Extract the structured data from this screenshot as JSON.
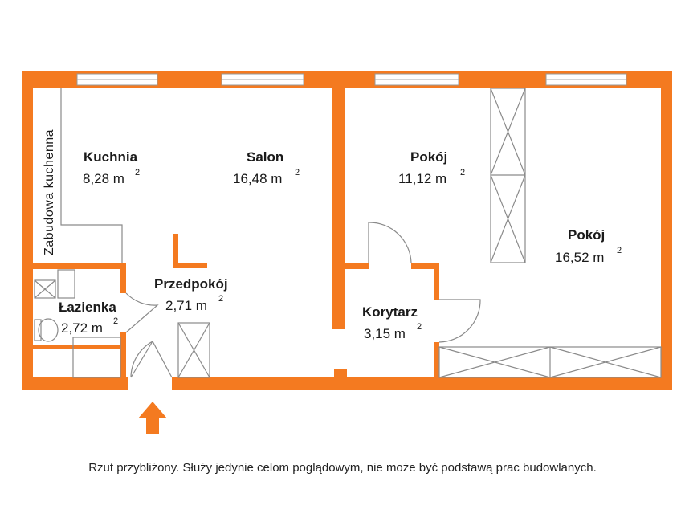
{
  "colors": {
    "wall": "#f47a20",
    "line": "#8a8a8a",
    "window": "#ffffff",
    "text": "#1a1a1a"
  },
  "rooms": {
    "kuchnia": {
      "name": "Kuchnia",
      "area": "8,28 m",
      "sup": "2"
    },
    "salon": {
      "name": "Salon",
      "area": "16,48 m",
      "sup": "2"
    },
    "pokoj1": {
      "name": "Pokój",
      "area": "11,12 m",
      "sup": "2"
    },
    "pokoj2": {
      "name": "Pokój",
      "area": "16,52 m",
      "sup": "2"
    },
    "przedpokoj": {
      "name": "Przedpokój",
      "area": "2,71 m",
      "sup": "2"
    },
    "lazienka": {
      "name": "Łazienka",
      "area": "2,72 m",
      "sup": "2"
    },
    "korytarz": {
      "name": "Korytarz",
      "area": "3,15 m",
      "sup": "2"
    }
  },
  "kitchen_unit_label": "Zabudowa  kuchenna",
  "entrance_icon": "arrow-up-icon",
  "disclaimer": "Rzut przybliżony. Służy jedynie celom poglądowym, nie może być podstawą prac budowlanych."
}
